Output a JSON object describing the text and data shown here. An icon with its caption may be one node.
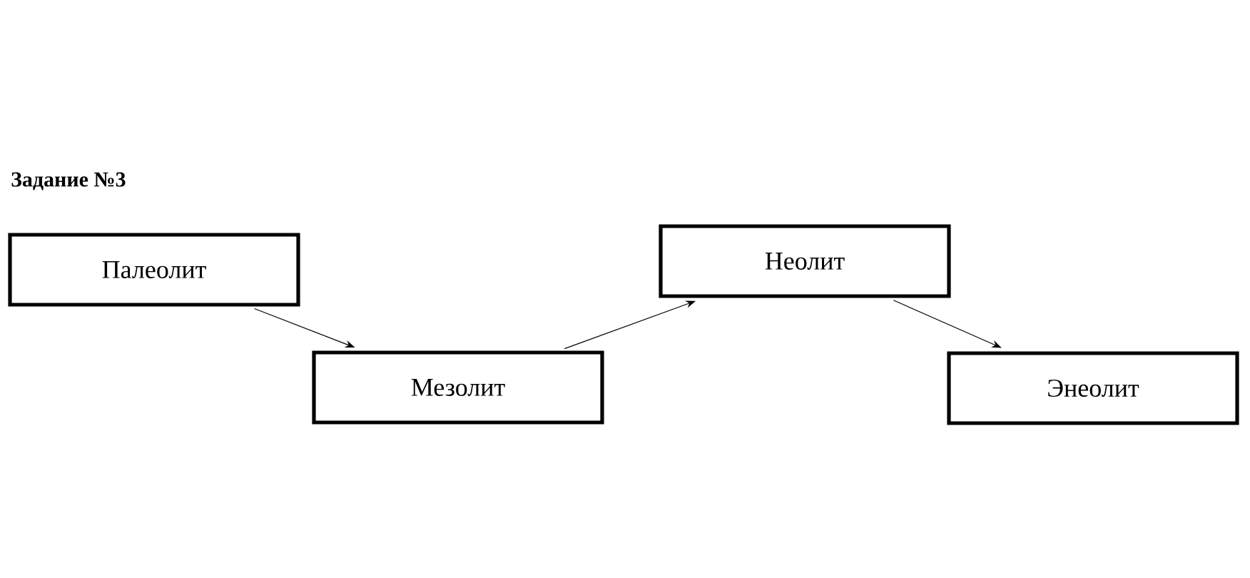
{
  "diagram": {
    "title": "Задание №3",
    "nodes": [
      {
        "text": [
          "Палеолит"
        ]
      },
      {
        "text": [
          "Мезолит"
        ]
      },
      {
        "text": [
          "Неолит"
        ]
      },
      {
        "text": [
          "Энеолит"
        ]
      }
    ],
    "edges": [
      {
        "from": 0,
        "to": 1,
        "arrow": "to"
      },
      {
        "from": 1,
        "to": 2,
        "arrow": "to"
      },
      {
        "from": 2,
        "to": 3,
        "arrow": "to"
      }
    ]
  }
}
